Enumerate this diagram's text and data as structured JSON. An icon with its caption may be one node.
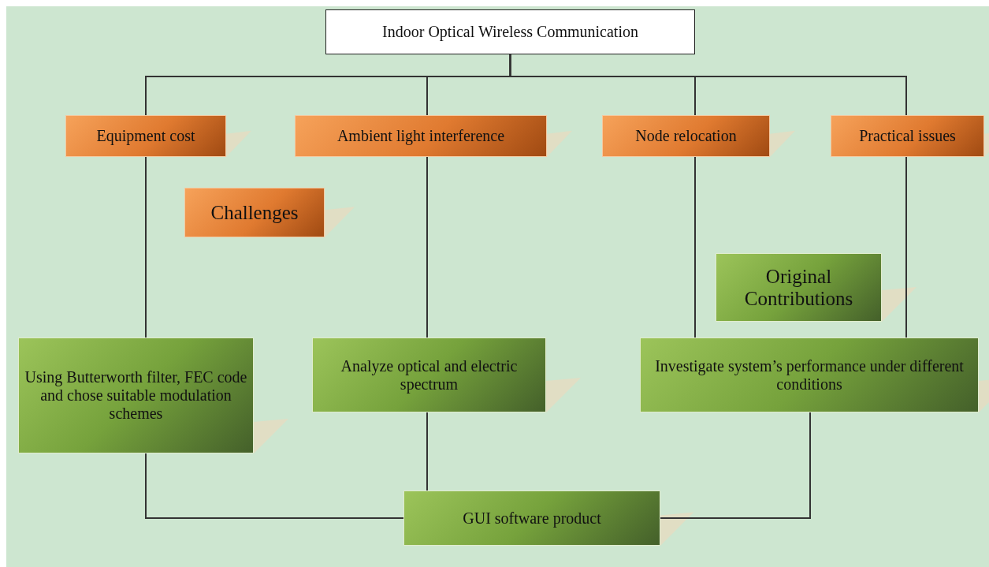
{
  "diagram": {
    "nodes": [
      {
        "text": [
          "Indoor Optical Wireless  Communication"
        ]
      },
      {
        "text": [
          "Equipment cost"
        ]
      },
      {
        "text": [
          "Ambient light interference"
        ]
      },
      {
        "text": [
          "Node relocation"
        ]
      },
      {
        "text": [
          "Practical issues"
        ]
      },
      {
        "text": [
          "Challenges"
        ]
      },
      {
        "text": [
          "Original Contributions"
        ]
      },
      {
        "text": [
          "Using Butterworth filter, FEC code and chose suitable modulation schemes"
        ]
      },
      {
        "text": [
          "Analyze optical and electric spectrum"
        ]
      },
      {
        "text": [
          "Investigate system’s performance under different conditions"
        ]
      },
      {
        "text": [
          "GUI software product"
        ]
      }
    ],
    "edges": [
      {
        "from": 0,
        "to": 1,
        "arrow": "none"
      },
      {
        "from": 0,
        "to": 2,
        "arrow": "none"
      },
      {
        "from": 0,
        "to": 3,
        "arrow": "none"
      },
      {
        "from": 0,
        "to": 4,
        "arrow": "none"
      },
      {
        "from": 1,
        "to": 7,
        "arrow": "none"
      },
      {
        "from": 2,
        "to": 8,
        "arrow": "none"
      },
      {
        "from": 3,
        "to": 9,
        "arrow": "none"
      },
      {
        "from": 4,
        "to": 9,
        "arrow": "none"
      },
      {
        "from": 7,
        "to": 10,
        "arrow": "none"
      },
      {
        "from": 8,
        "to": 10,
        "arrow": "none"
      },
      {
        "from": 9,
        "to": 10,
        "arrow": "none"
      }
    ]
  }
}
